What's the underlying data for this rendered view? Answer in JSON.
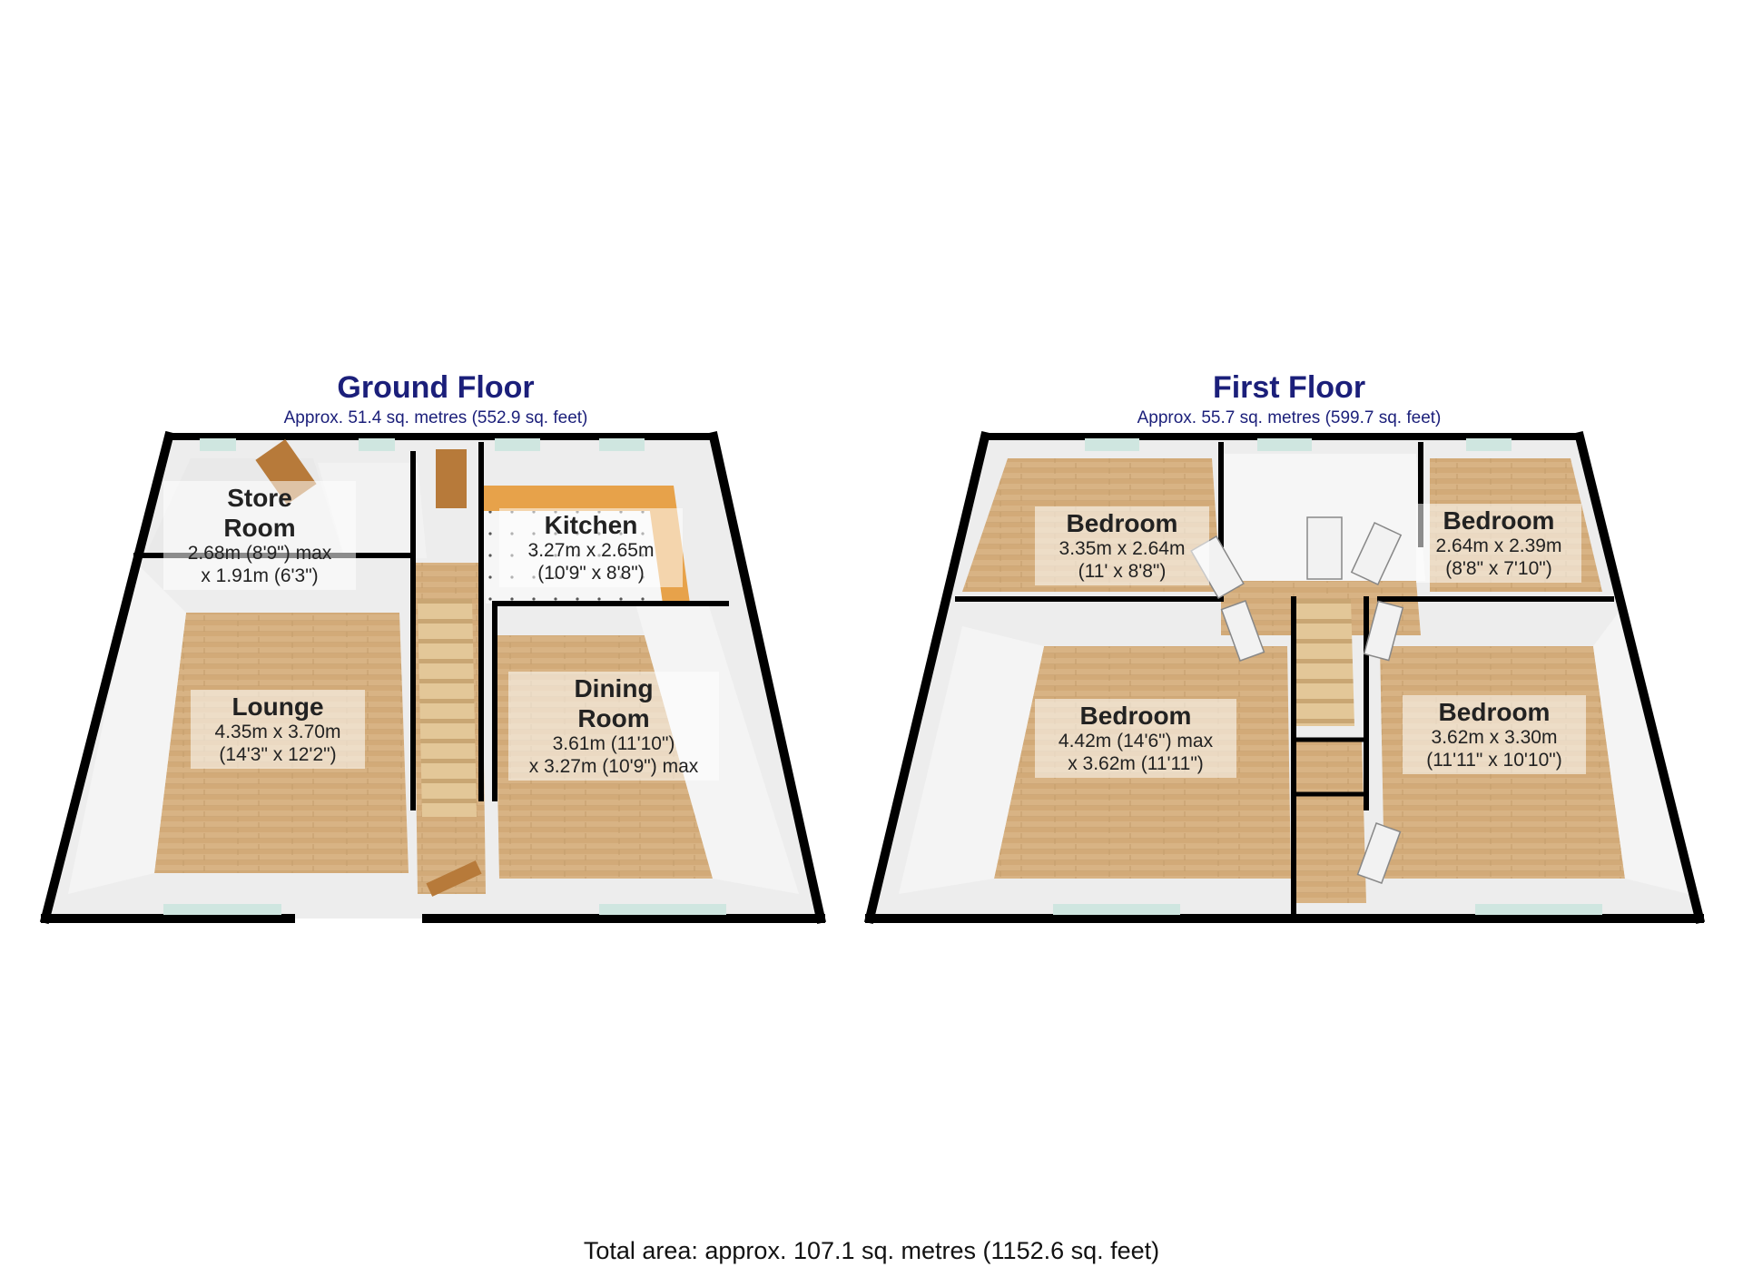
{
  "ground_floor": {
    "title": "Ground Floor",
    "area": "Approx. 51.4 sq. metres (552.9 sq. feet)",
    "rooms": [
      {
        "name": "Store\nRoom",
        "dims": [
          "2.68m (8'9\") max",
          "x 1.91m (6'3\")"
        ]
      },
      {
        "name": "Kitchen",
        "dims": [
          "3.27m x 2.65m",
          "(10'9\" x 8'8\")"
        ]
      },
      {
        "name": "Lounge",
        "dims": [
          "4.35m x 3.70m",
          "(14'3\" x 12'2\")"
        ]
      },
      {
        "name": "Dining\nRoom",
        "dims": [
          "3.61m (11'10\")",
          "x 3.27m (10'9\") max"
        ]
      }
    ]
  },
  "first_floor": {
    "title": "First Floor",
    "area": "Approx. 55.7 sq. metres (599.7 sq. feet)",
    "rooms": [
      {
        "name": "Bedroom",
        "dims": [
          "3.35m x 2.64m",
          "(11' x 8'8\")"
        ]
      },
      {
        "name": "Bedroom",
        "dims": [
          "2.64m x 2.39m",
          "(8'8\" x 7'10\")"
        ]
      },
      {
        "name": "Bedroom",
        "dims": [
          "4.42m (14'6\") max",
          "x 3.62m (11'11\")"
        ]
      },
      {
        "name": "Bedroom",
        "dims": [
          "3.62m x 3.30m",
          "(11'11\" x 10'10\")"
        ]
      }
    ]
  },
  "total_area": "Total area: approx. 107.1 sq. metres (1152.6 sq. feet)",
  "colors": {
    "title": "#1b1f7a",
    "wall": "#000000",
    "wood_floor": "#d8b384",
    "wall_face": "#eeeeee",
    "window": "#cfe6e0",
    "tile_floor": "#f3f3f3",
    "worktop": "#e7a24a"
  }
}
